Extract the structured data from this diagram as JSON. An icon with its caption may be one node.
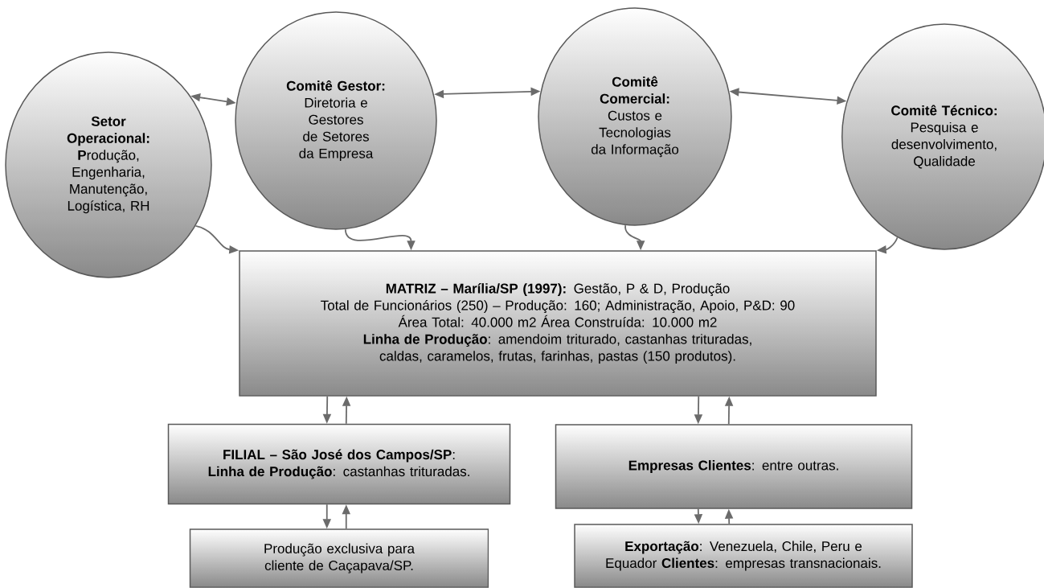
{
  "diagram": {
    "nodes": [
      {
        "text": [
          "Setor Operacional:",
          "**P**rodução, Engenharia, Manutenção, Logística, RH"
        ]
      },
      {
        "text": [
          "Comitê Gestor:",
          "Diretoria e Gestores de Setores da Empresa"
        ]
      },
      {
        "text": [
          "Comitê Comercial:",
          "Custos e Tecnologias da Informação"
        ]
      },
      {
        "text": [
          "Comitê Técnico:",
          "Pesquisa e desenvolvimento, Qualidade"
        ]
      },
      {
        "text": [
          "**MATRIZ – Marília/SP (1997):** Gestão, P & D, Produção",
          "Total de Funcionários (250) – Produção: 160; Administração, Apoio, P&D: 90",
          "Área Total: 40.000 m2 Área Construída: 10.000 m2",
          "**Linha de Produção**: amendoim triturado, castanhas trituradas, caldas, caramelos, frutas, farinhas, pastas (150 produtos)."
        ]
      },
      {
        "text": [
          "**FILIAL – São José dos Campos/SP**: **Linha de Produção**: castanhas trituradas."
        ]
      },
      {
        "text": [
          "**Empresas Clientes**: entre outras."
        ]
      },
      {
        "text": [
          "Produção exclusiva para cliente de Caçapava/SP."
        ]
      },
      {
        "text": [
          "**Exportação**: Venezuela, Chile, Peru e Equador **Clientes**: empresas transnacionais."
        ]
      }
    ],
    "edges": [
      {
        "from": 0,
        "to": 1,
        "arrow": "both"
      },
      {
        "from": 1,
        "to": 2,
        "arrow": "both"
      },
      {
        "from": 2,
        "to": 3,
        "arrow": "both"
      },
      {
        "from": 0,
        "to": 4,
        "arrow": "to"
      },
      {
        "from": 1,
        "to": 4,
        "arrow": "to"
      },
      {
        "from": 2,
        "to": 4,
        "arrow": "to"
      },
      {
        "from": 3,
        "to": 4,
        "arrow": "to"
      },
      {
        "from": 4,
        "to": 5,
        "arrow": "to"
      },
      {
        "from": 5,
        "to": 4,
        "arrow": "to"
      },
      {
        "from": 4,
        "to": 6,
        "arrow": "to"
      },
      {
        "from": 6,
        "to": 4,
        "arrow": "to"
      },
      {
        "from": 5,
        "to": 7,
        "arrow": "to"
      },
      {
        "from": 7,
        "to": 5,
        "arrow": "to"
      },
      {
        "from": 6,
        "to": 8,
        "arrow": "to"
      },
      {
        "from": 8,
        "to": 6,
        "arrow": "to"
      }
    ]
  }
}
